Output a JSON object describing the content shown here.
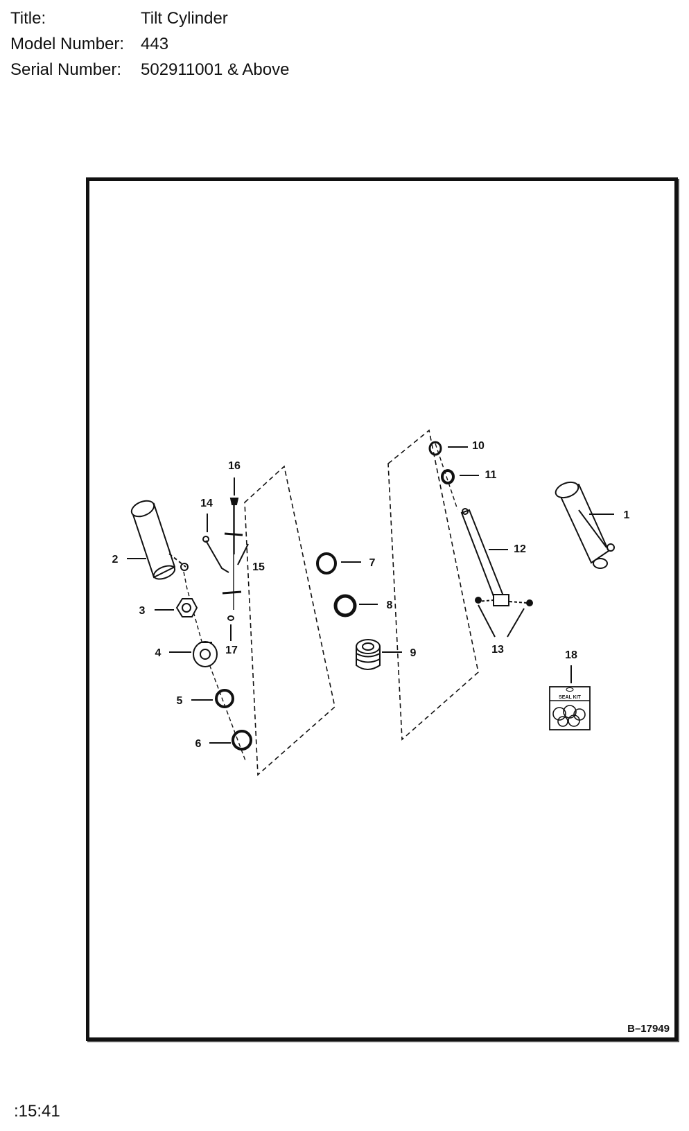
{
  "header": {
    "title_label": "Title:",
    "title_value": "Tilt Cylinder",
    "model_label": "Model Number:",
    "model_value": "443",
    "serial_label": "Serial Number:",
    "serial_value": "502911001 & Above"
  },
  "diagram": {
    "callouts": [
      "1",
      "2",
      "3",
      "4",
      "5",
      "6",
      "7",
      "8",
      "9",
      "10",
      "11",
      "12",
      "13",
      "14",
      "15",
      "16",
      "17",
      "18"
    ],
    "seal_kit_label": "SEAL KIT",
    "figure_number": "B–17949"
  },
  "footer": {
    "time": ":15:41"
  }
}
